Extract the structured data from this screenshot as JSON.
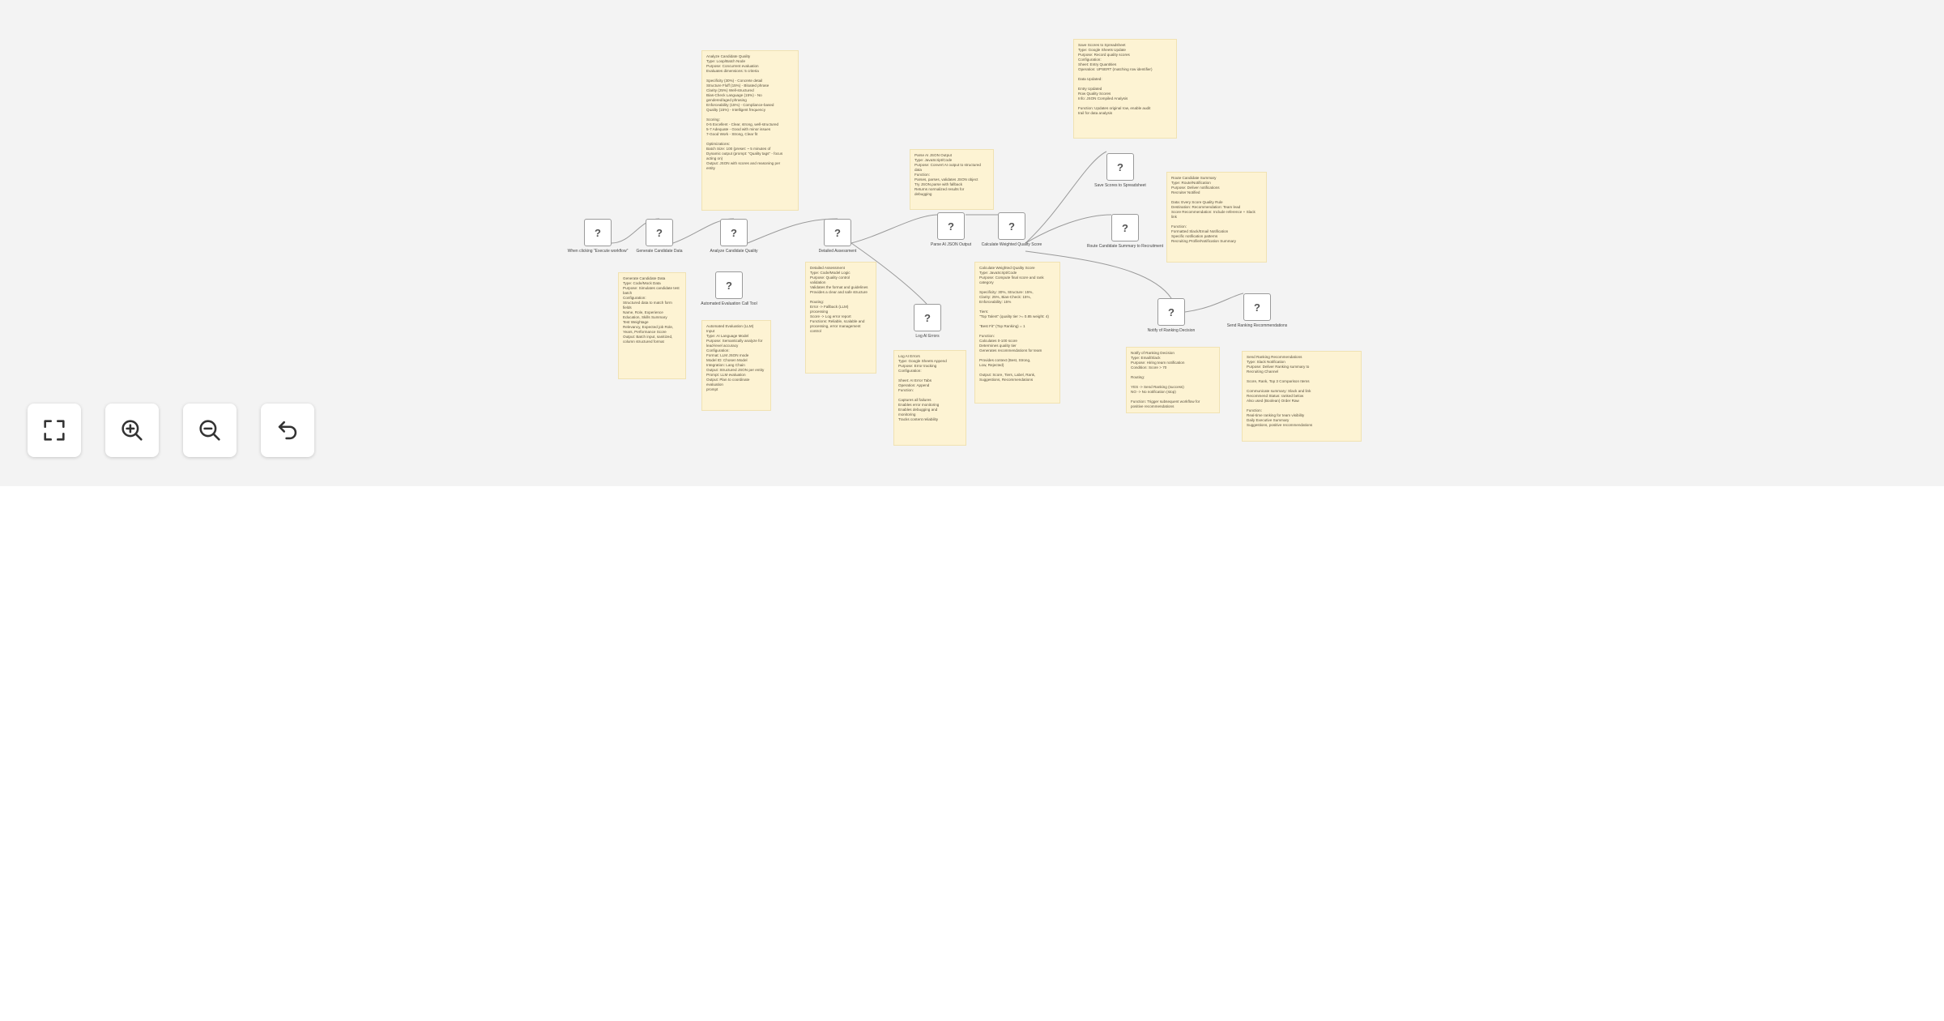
{
  "nodes": [
    {
      "id": "n1",
      "label": "When clicking \"Execute workflow\""
    },
    {
      "id": "n2",
      "label": "Generate Candidate Data"
    },
    {
      "id": "n3",
      "label": "Analyze Candidate Quality"
    },
    {
      "id": "n4",
      "label": "Detailed Assessment"
    },
    {
      "id": "n5",
      "label": "Automated Evaluation Call Tool"
    },
    {
      "id": "n6",
      "label": "Parse AI JSON Output"
    },
    {
      "id": "n7",
      "label": "Log AI Errors"
    },
    {
      "id": "n8",
      "label": "Calculate Weighted Quality Score"
    },
    {
      "id": "n9",
      "label": "Save Scores to Spreadsheet"
    },
    {
      "id": "n10",
      "label": "Route Candidate Summary to Recruitment"
    },
    {
      "id": "n11",
      "label": "Notify of Ranking Decision"
    },
    {
      "id": "n12",
      "label": "Send Ranking Recommendations"
    }
  ],
  "notes": [
    {
      "id": "sticky-generate",
      "lines": [
        "Generate Candidate Data",
        "Type: Code/Mock Data",
        "Purpose: Simulates candidate test batch",
        "Configuration:",
        "Structured data to match form",
        "fields",
        "Name, Role, Experience",
        "Education, Skills Summary",
        "Test Weightage",
        "Relevancy, Expected job Role,",
        "Years, Performance Score",
        "Output: Batch input, sanitized,",
        "column structured format"
      ]
    },
    {
      "id": "sticky-analyze",
      "lines": [
        "Analyze Candidate Quality",
        "Type: Loop/Batch Node",
        "Purpose: Concurrent evaluation",
        "Evaluates dimensions: 5 criteria",
        "",
        "Specificity (30%) - Concrete detail",
        "Structure Fluff (15%) - Bloated phrase",
        "Clarity (25%) Well-structured",
        "Bias-Check Language (15%) - No",
        "gendered/aged phrasing",
        "Enforceability (15%) - Compliance-based",
        "Quality (15%) - Intelligent frequency",
        "",
        "Scoring:",
        "0-5 Excellent - Clear, strong, well-structured",
        "5-7 Adequate - Good with minor issues",
        "7-Good Work - Strong, Clear fit",
        "",
        "Optimizations:",
        "Batch Size: 100 (preset: ~ 5 minutes of",
        "Dynamic output (prompt: \"Quality tags\" - focus",
        "acting on)",
        "Output: JSON with scores and reasoning per",
        "entity"
      ]
    },
    {
      "id": "sticky-automated",
      "lines": [
        "Automated Evaluation (LLM)",
        "Input",
        "Type: AI Language Model",
        "Purpose: Semantically analyze for",
        "lead-level accuracy",
        "Configuration:",
        "Format: LLM JSON mode",
        "Model ID: Chosen Model",
        "Integration: Lang Chain",
        "Output: Structured JSON per entity",
        "Prompt: LLM evaluation",
        "Output: Plan to coordinate evaluation",
        "prompt"
      ]
    },
    {
      "id": "sticky-detailed",
      "lines": [
        "Detailed Assessment",
        "Type: Code/Model Logic",
        "Purpose: Quality control",
        "validation",
        "Validates the format and guidelines",
        "Provides a clear and safe structure",
        "",
        "Routing:",
        "Error -> Fallback (LLM)",
        "processing",
        "Score -> Log error report",
        "Functions: Reliable, scalable and",
        "processing, error management",
        "control"
      ]
    },
    {
      "id": "sticky-parse",
      "lines": [
        "Parse AI JSON Output",
        "Type: JavaScript/Code",
        "Purpose: Convert AI output to structured",
        "data",
        "Function:",
        "Parses, parses, validates JSON object",
        "Try JSON.parse with fallback",
        "Returns normalized results for",
        "debugging"
      ]
    },
    {
      "id": "sticky-log",
      "lines": [
        "Log AI Errors",
        "Type: Google Sheets Append",
        "Purpose: Error tracking",
        "Configuration:",
        "",
        "Sheet: AI Error Tabs",
        "Operation: Append",
        "Function:",
        "",
        "Captures all failures",
        "Enables error monitoring",
        "Enables debugging and",
        "monitoring",
        "Tracks content reliability"
      ]
    },
    {
      "id": "sticky-calculate",
      "lines": [
        "Calculate Weighted Quality Score",
        "Type: JavaScript/Code",
        "Purpose: Compute final score and rank",
        "category",
        "",
        "Specificity: 30%, Structure: 15%,",
        "Clarity: 25%, Bias-Check: 15%,",
        "Enforceability: 15%",
        "",
        "Tiers:",
        "\"Top Talent\" (quality tier >= 0.85 weight: 4)",
        "",
        "\"Best Fit\" (Top Ranking) = 1",
        "",
        "Function:",
        "Calculates 0-100 score",
        "Determines quality tier",
        "Generates recommendations for team",
        "",
        "Provides context (Best, Strong,",
        "Low, Rejected)",
        "",
        "Output: Score, Tiers, Label, Rank,",
        "Suggestions, Recommendations"
      ]
    },
    {
      "id": "sticky-save",
      "lines": [
        "Save Scores to Spreadsheet",
        "Type: Google Sheets Update",
        "Purpose: Record quality scores",
        "Configuration:",
        "Sheet: Entry Quantities",
        "Operation: UPSERT (matching row identifier)",
        "",
        "Data Updated:",
        "",
        "Entry Updated",
        "Row Quality Scores",
        "Info: JSON Compiled Analysis",
        "",
        "Function: Updates original row, enable audit",
        "trail for data analysis"
      ]
    },
    {
      "id": "sticky-route",
      "lines": [
        "Route Candidate Summary",
        "Type: Route/Notification",
        "Purpose: Deliver notifications",
        "Recruiter Notified",
        "",
        "Data: Every Score Quality Rule",
        "Destination: Recommendation: Team lead",
        "Score Recommendation: Include reference + Slack",
        "link",
        "",
        "Function:",
        "Formatted Slack/Email Notification",
        "Specific notification patterns",
        "Recruiting Profile/Notification Summary"
      ]
    },
    {
      "id": "sticky-notify",
      "lines": [
        "Notify of Ranking Decision",
        "Type: Email/Slack",
        "Purpose: Hiring team notification",
        "Condition: Score > 70",
        "",
        "Routing:",
        "",
        "YES -> Send Ranking (success)",
        "NO -> No notification (stop)",
        "",
        "Function: Trigger subsequent workflow for",
        "positive recommendations"
      ]
    },
    {
      "id": "sticky-send",
      "lines": [
        "Send Ranking Recommendations",
        "Type: Slack Notification",
        "Purpose: Deliver Ranking summary to",
        "Recruiting Channel",
        "",
        "Score, Rank, Top 3 Comparison Items",
        "",
        "Communicate summary: Slack and link",
        "Recommend Status: ranked below",
        "Also used (Boolean) Order Raw",
        "",
        "Function:",
        "Real-time ranking for team visibility",
        "Daily Executive Summary",
        "Suggestions, positive recommendations"
      ]
    }
  ],
  "controls": [
    {
      "id": "fit",
      "icon": "fit-to-view-icon"
    },
    {
      "id": "zoom-in",
      "icon": "zoom-in-icon"
    },
    {
      "id": "zoom-out",
      "icon": "zoom-out-icon"
    },
    {
      "id": "reset",
      "icon": "reset-zoom-icon"
    }
  ],
  "colors": {
    "canvas": "#f3f3f3",
    "sticky": "#fdf3d3",
    "edge": "#9a9a9a",
    "node_border": "#9a9a9a"
  }
}
